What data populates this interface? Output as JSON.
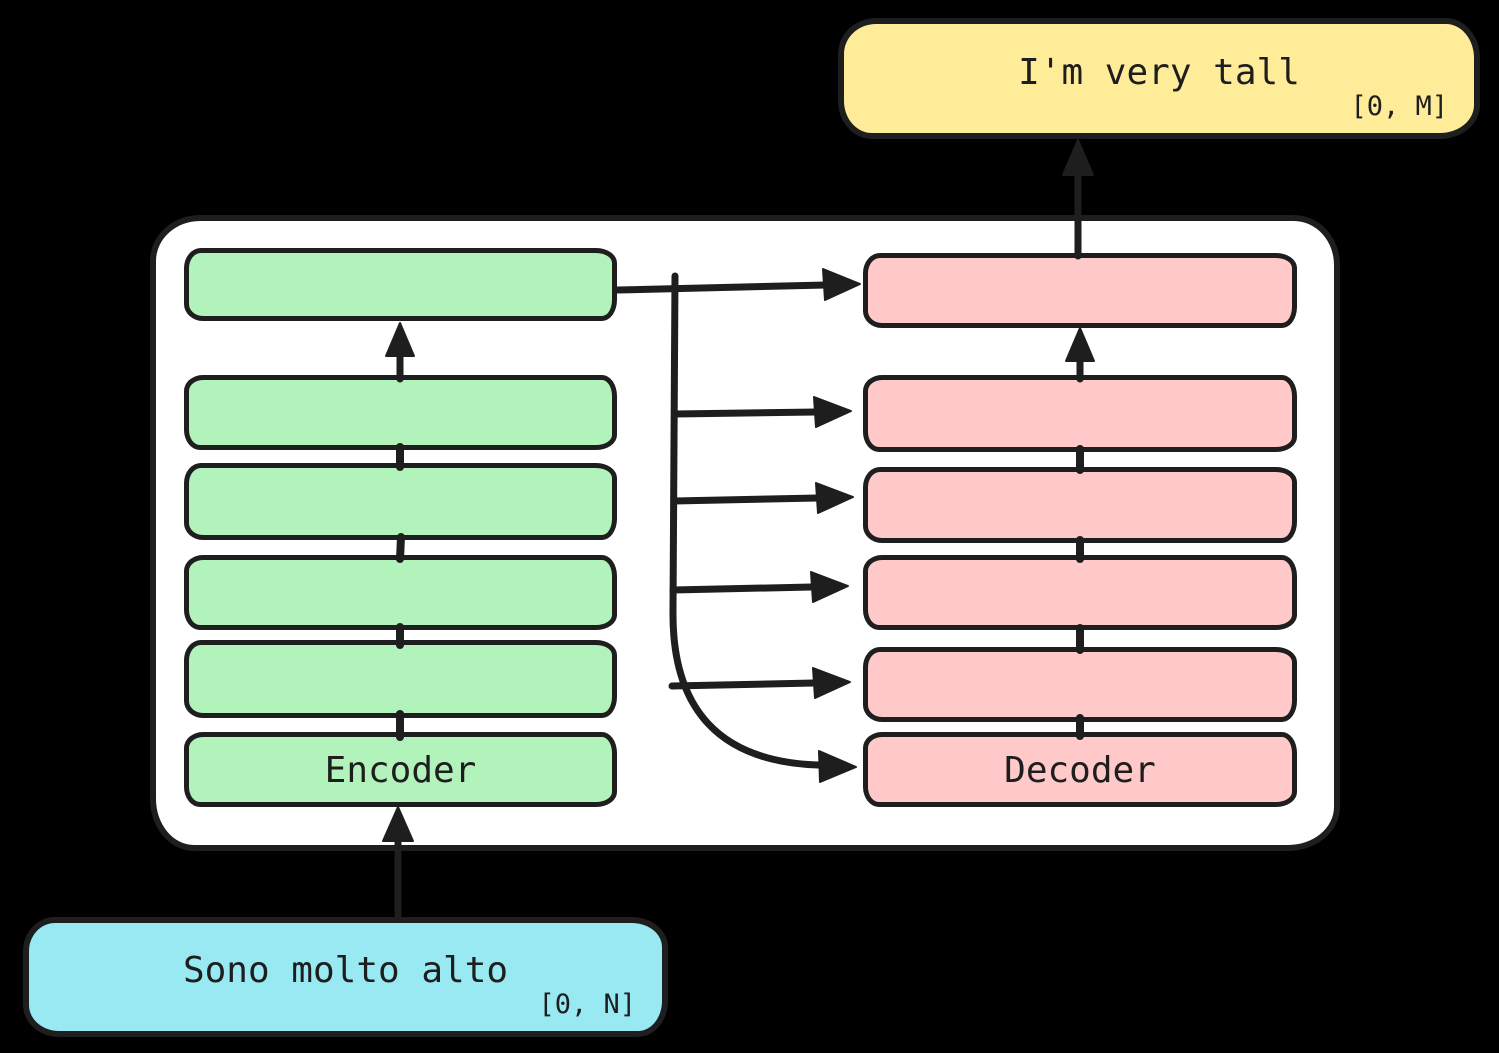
{
  "diagram": {
    "title_hint": "encoder-decoder translation architecture",
    "output_box": {
      "label": "I'm very tall",
      "index_range": "[0, M]"
    },
    "input_box": {
      "label": "Sono molto alto",
      "index_range": "[0, N]"
    },
    "encoder": {
      "label": "Encoder",
      "num_layers": 6
    },
    "decoder": {
      "label": "Decoder",
      "num_layers": 6
    }
  },
  "colors": {
    "background": "#000000",
    "stroke": "#1e1e1e",
    "container_fill": "#ffffff",
    "encoder_layer_fill": "#b2f2bb",
    "decoder_layer_fill": "#ffc9c9",
    "input_box_fill": "#99e9f2",
    "output_box_fill": "#ffec99"
  }
}
